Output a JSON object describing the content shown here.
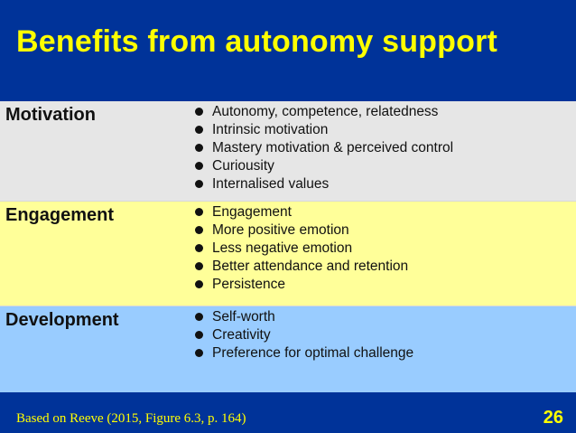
{
  "title": "Benefits from autonomy support",
  "rows": [
    {
      "label": "Motivation",
      "items": [
        "Autonomy, competence, relatedness",
        "Intrinsic motivation",
        "Mastery motivation & perceived control",
        "Curiousity",
        "Internalised values"
      ]
    },
    {
      "label": "Engagement",
      "items": [
        "Engagement",
        "More positive emotion",
        "Less negative emotion",
        "Better attendance and retention",
        "Persistence"
      ]
    },
    {
      "label": "Development",
      "items": [
        "Self-worth",
        "Creativity",
        "Preference for optimal challenge"
      ]
    }
  ],
  "footer": {
    "reference": "Based on Reeve (2015, Figure 6.3, p. 164)",
    "page_number": "26"
  },
  "colors": {
    "background": "#003399",
    "title_text": "#ffff00",
    "row_motivation": "#e6e6e6",
    "row_engagement": "#ffff99",
    "row_development": "#99ccff"
  },
  "icons": {
    "bullet": "filled-circle"
  }
}
